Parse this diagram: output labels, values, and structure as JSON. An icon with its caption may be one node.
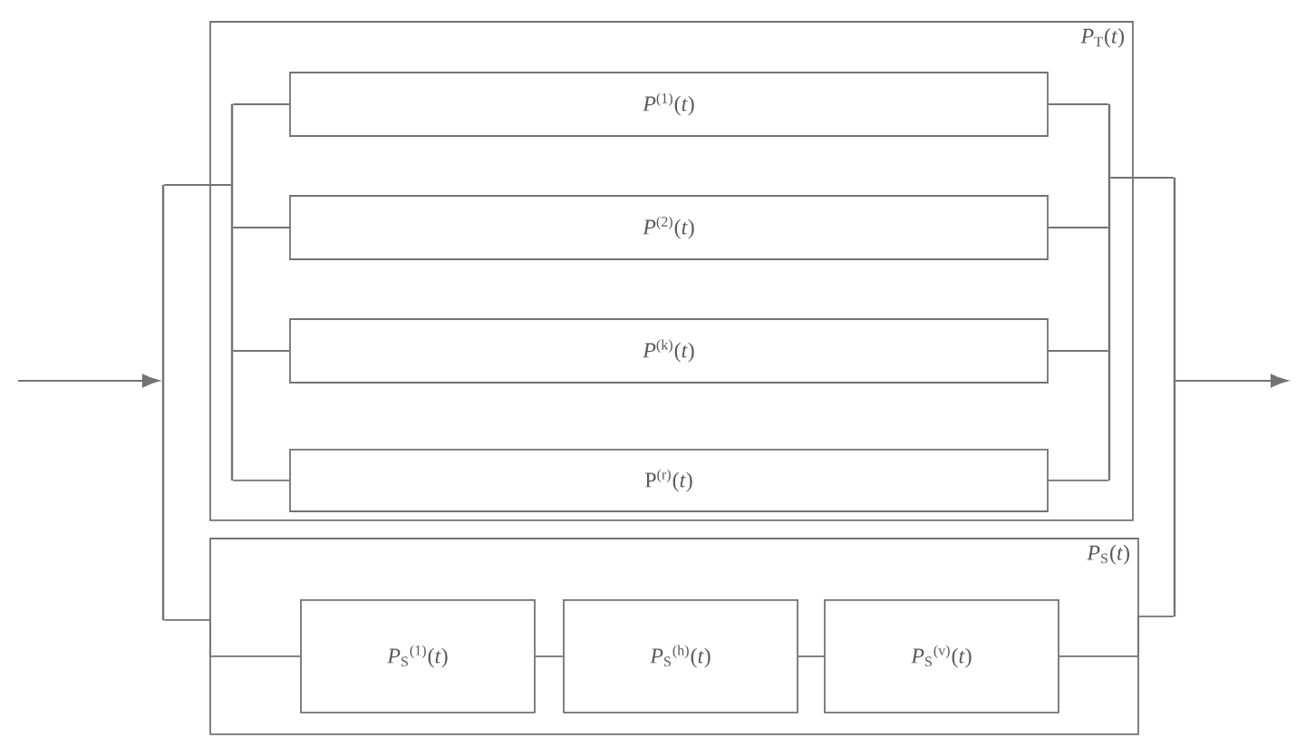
{
  "diagram": {
    "nodes": [
      {
        "text": [],
        "shape": "bar"
      },
      {
        "text": [
          "*P*$_{T}$(*t*)"
        ]
      },
      {
        "text": [],
        "shape": "bar",
        "in": 1
      },
      {
        "text": [
          "*P*$^{(1)}$(*t*)"
        ],
        "in": 1
      },
      {
        "text": [
          "*P*$^{(2)}$(*t*)"
        ],
        "in": 1
      },
      {
        "text": [
          "*P*$^{(k)}$(*t*)"
        ],
        "in": 1
      },
      {
        "text": [
          "P$^{(r)}$(*t*)"
        ],
        "in": 1
      },
      {
        "text": [],
        "shape": "bar",
        "in": 1
      },
      {
        "text": [],
        "shape": "bar"
      },
      {
        "text": [
          "*P*$_{S}$(*t*)"
        ]
      },
      {
        "text": [
          "*P*$_{S}$$^{(1)}$(*t*)"
        ],
        "in": 9
      },
      {
        "text": [
          "*P*$_{S}$$^{(h)}$(*t*)"
        ],
        "in": 9
      },
      {
        "text": [
          "*P*$_{S}$$^{(v)}$(*t*)"
        ],
        "in": 9
      }
    ],
    "edges": [
      {
        "from": null,
        "to": 0,
        "arrow": "to"
      },
      {
        "from": 0,
        "to": 2,
        "arrow": "none"
      },
      {
        "from": 0,
        "to": 10,
        "arrow": "none"
      },
      {
        "from": 2,
        "to": 3,
        "arrow": "none"
      },
      {
        "from": 2,
        "to": 4,
        "arrow": "none"
      },
      {
        "from": 2,
        "to": 5,
        "arrow": "none"
      },
      {
        "from": 2,
        "to": 6,
        "arrow": "none"
      },
      {
        "from": 3,
        "to": 7,
        "arrow": "none"
      },
      {
        "from": 4,
        "to": 7,
        "arrow": "none"
      },
      {
        "from": 5,
        "to": 7,
        "arrow": "none"
      },
      {
        "from": 6,
        "to": 7,
        "arrow": "none"
      },
      {
        "from": 7,
        "to": 8,
        "arrow": "none"
      },
      {
        "from": 10,
        "to": 11,
        "arrow": "none"
      },
      {
        "from": 11,
        "to": 12,
        "arrow": "none"
      },
      {
        "from": 12,
        "to": 8,
        "arrow": "none"
      },
      {
        "from": 8,
        "to": null,
        "arrow": "to"
      }
    ]
  }
}
